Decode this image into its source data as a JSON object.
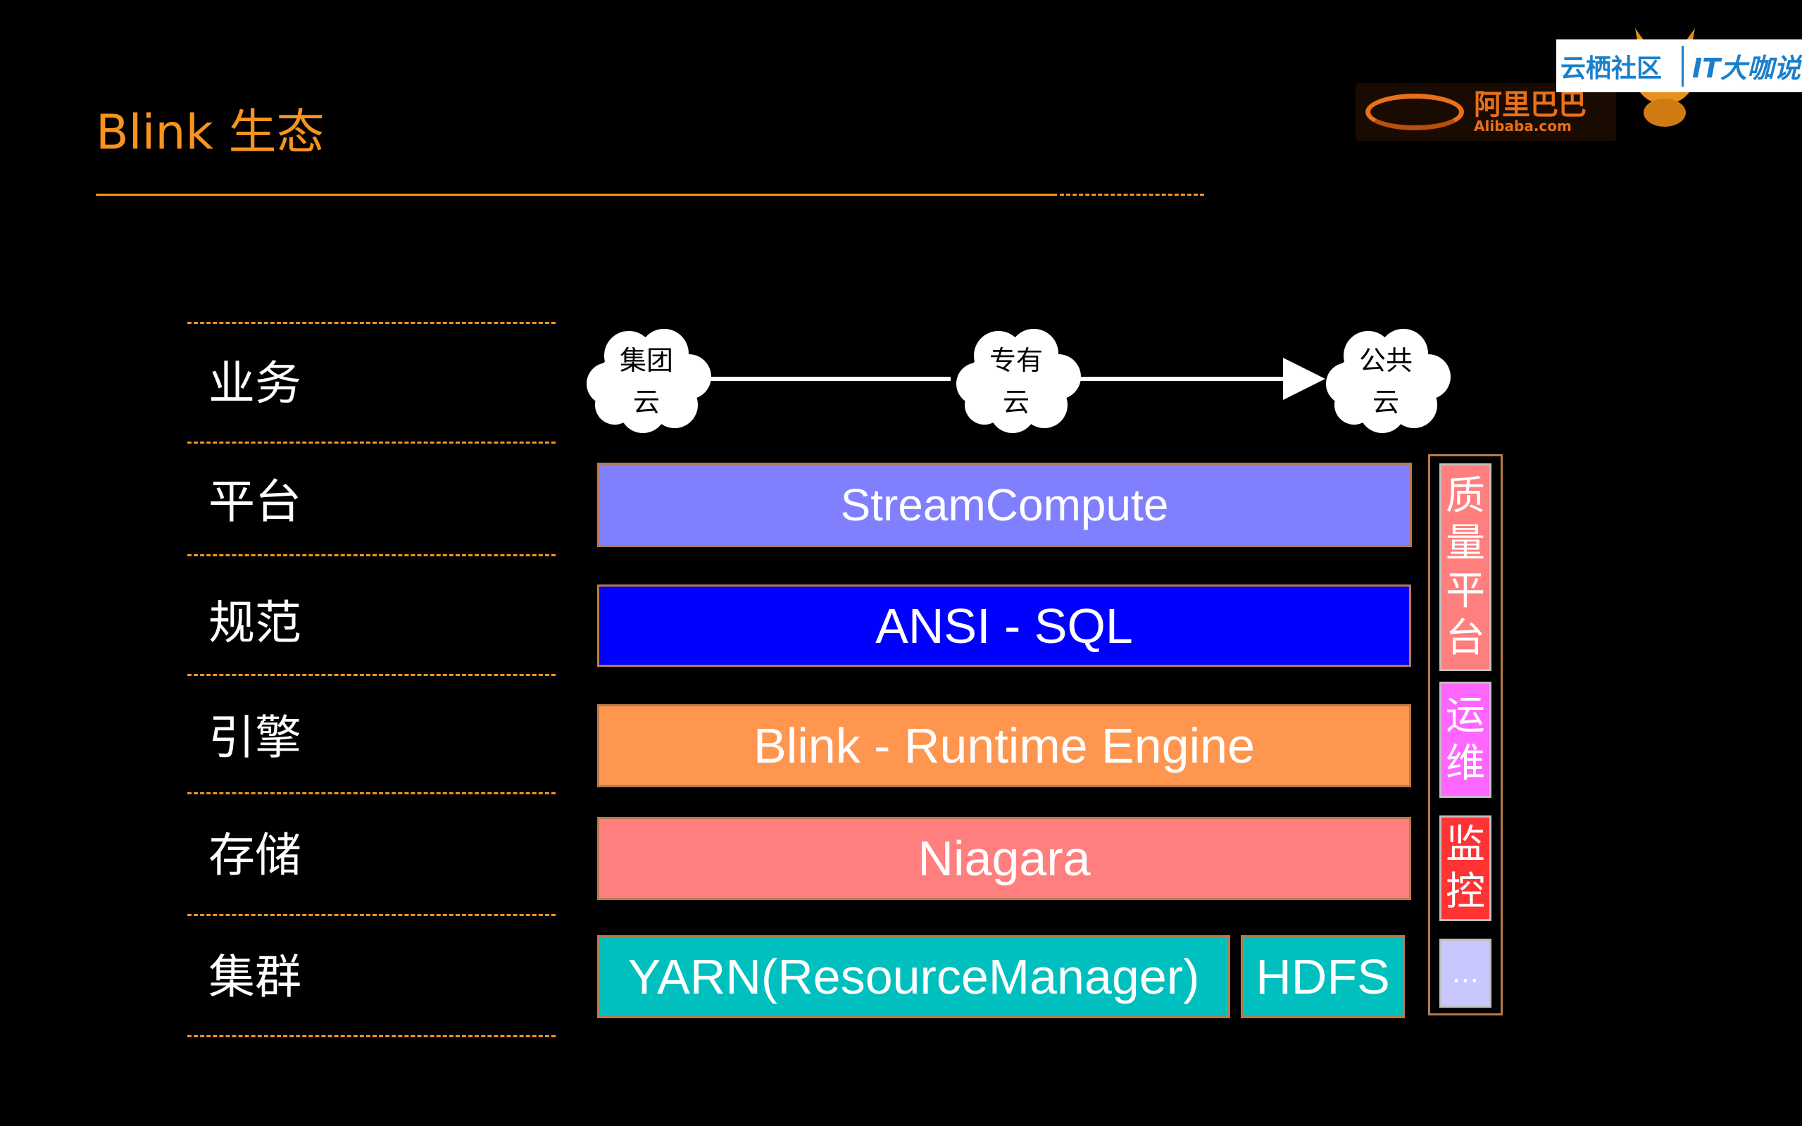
{
  "title": "Blink 生态",
  "logos": {
    "alibaba_cn": "阿里巴巴",
    "alibaba_en": "Alibaba.com",
    "community": "云栖社区",
    "it_talk": "IT大咖说"
  },
  "layers": [
    "业务",
    "平台",
    "规范",
    "引擎",
    "存储",
    "集群"
  ],
  "business_flow": [
    {
      "line1": "集团",
      "line2": "云"
    },
    {
      "line1": "专有",
      "line2": "云"
    },
    {
      "line1": "公共",
      "line2": "云"
    }
  ],
  "stack": {
    "platform": "StreamCompute",
    "spec": "ANSI - SQL",
    "engine": "Blink - Runtime Engine",
    "storage": "Niagara",
    "cluster_yarn": "YARN(ResourceManager)",
    "cluster_hdfs": "HDFS"
  },
  "side": {
    "quality": [
      "质",
      "量",
      "平",
      "台"
    ],
    "ops": [
      "运",
      "维"
    ],
    "monitor": [
      "监",
      "控"
    ],
    "more": "..."
  },
  "colors": {
    "accent": "#f7931e",
    "platform": "#8080ff",
    "spec": "#0000ff",
    "engine": "#ff9650",
    "storage": "#ff7f7f",
    "cluster": "#00bfbf",
    "quality": "#ff7f7f",
    "ops": "#ff66ff",
    "monitor": "#ff3333",
    "more": "#c8c8ff"
  }
}
